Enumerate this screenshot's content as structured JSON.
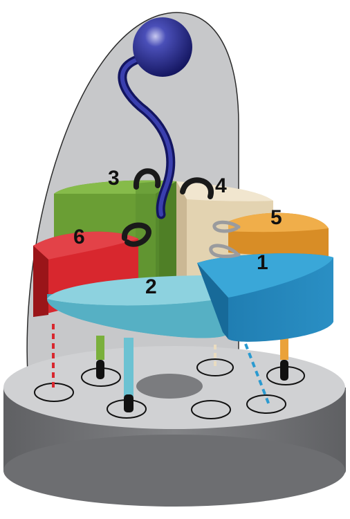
{
  "labels": {
    "s1": "1",
    "s2": "2",
    "s3": "3",
    "s4": "4",
    "s5": "5",
    "s6": "6"
  },
  "colors": {
    "background_oval": "#c7c8ca",
    "base_top": "#cfd0d2",
    "base_side": "#77787b",
    "subunit_1": "#2a8fc4",
    "subunit_2": "#6cc2d2",
    "subunit_3": "#7ab03c",
    "subunit_4": "#eadcc0",
    "subunit_5": "#eaa23a",
    "subunit_6": "#d8272e",
    "ball": "#1d2180"
  }
}
